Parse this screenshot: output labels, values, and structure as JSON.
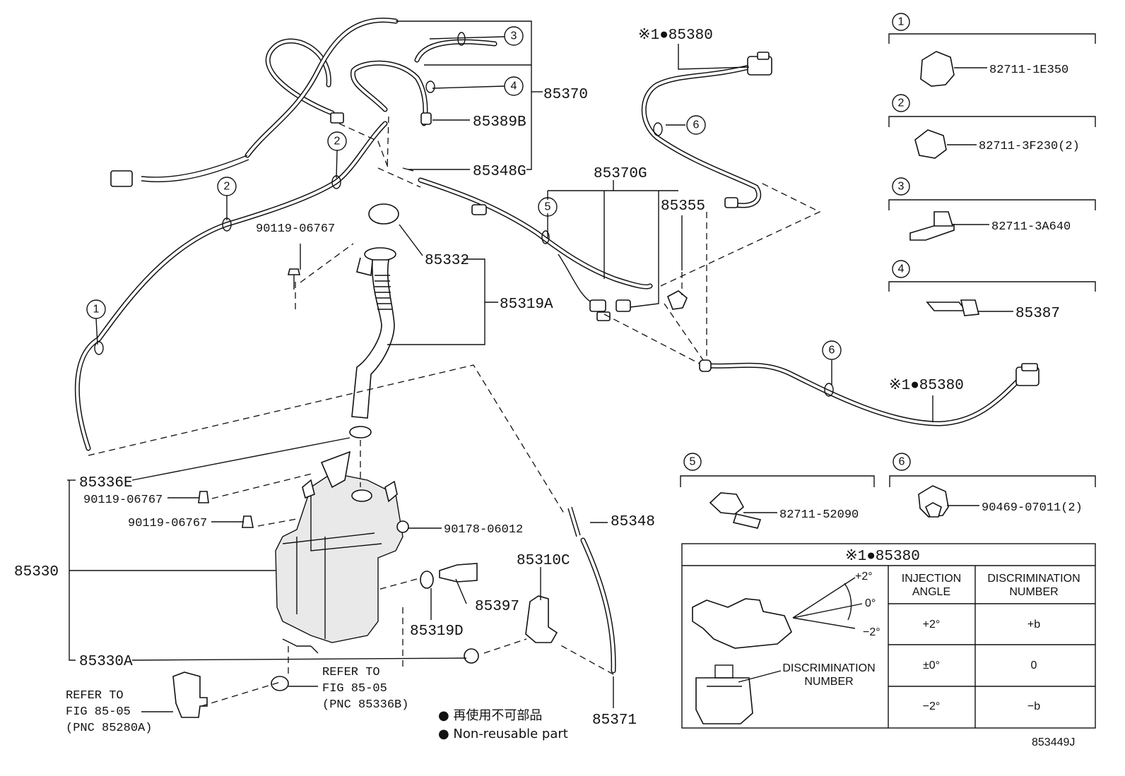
{
  "title": "",
  "diagram_id": "853449J",
  "callouts": {
    "c85380_top": "※1●85380",
    "c85380_bottom": "※1●85380",
    "c85370": "85370",
    "c85389B": "85389B",
    "c85348G": "85348G",
    "c85370G": "85370G",
    "c85355": "85355",
    "c90119_top": "90119-06767",
    "c85332": "85332",
    "c85319A": "85319A",
    "c85336E": "85336E",
    "c90119_mid1": "90119-06767",
    "c90119_mid2": "90119-06767",
    "c90178": "90178-06012",
    "c85330": "85330",
    "c85397": "85397",
    "c85319D": "85319D",
    "c85310C": "85310C",
    "c85330A": "85330A",
    "c85348": "85348",
    "c85371": "85371"
  },
  "circle_markers": [
    "1",
    "2",
    "3",
    "4",
    "5",
    "6"
  ],
  "refer_left": {
    "line1": "REFER TO",
    "line2": "FIG 85-05",
    "line3": "(PNC 85280A)"
  },
  "refer_center": {
    "line1": "REFER TO",
    "line2": "FIG 85-05",
    "line3": "(PNC 85336B)"
  },
  "legend": {
    "jp": "● 再使用不可部品",
    "en": "● Non-reusable part"
  },
  "clip_panels": [
    {
      "num": "1",
      "part": "82711-1E350"
    },
    {
      "num": "2",
      "part": "82711-3F230(2)"
    },
    {
      "num": "3",
      "part": "82711-3A640"
    },
    {
      "num": "4",
      "part": "85387"
    },
    {
      "num": "5",
      "part": "82711-52090"
    },
    {
      "num": "6",
      "part": "90469-07011(2)"
    }
  ],
  "injection_table": {
    "title": "※1●85380",
    "col_angle": [
      "INJECTION",
      "ANGLE"
    ],
    "col_disc": [
      "DISCRIMINATION",
      "NUMBER"
    ],
    "rows": [
      {
        "angle": "+2°",
        "disc": "+b"
      },
      {
        "angle": "±0°",
        "disc": "0"
      },
      {
        "angle": "−2°",
        "disc": "−b"
      }
    ],
    "angle_marks": [
      "+2°",
      "0°",
      "−2°"
    ],
    "disc_label": [
      "DISCRIMINATION",
      "NUMBER"
    ]
  },
  "colors": {
    "ink": "#111111",
    "background": "#ffffff"
  }
}
